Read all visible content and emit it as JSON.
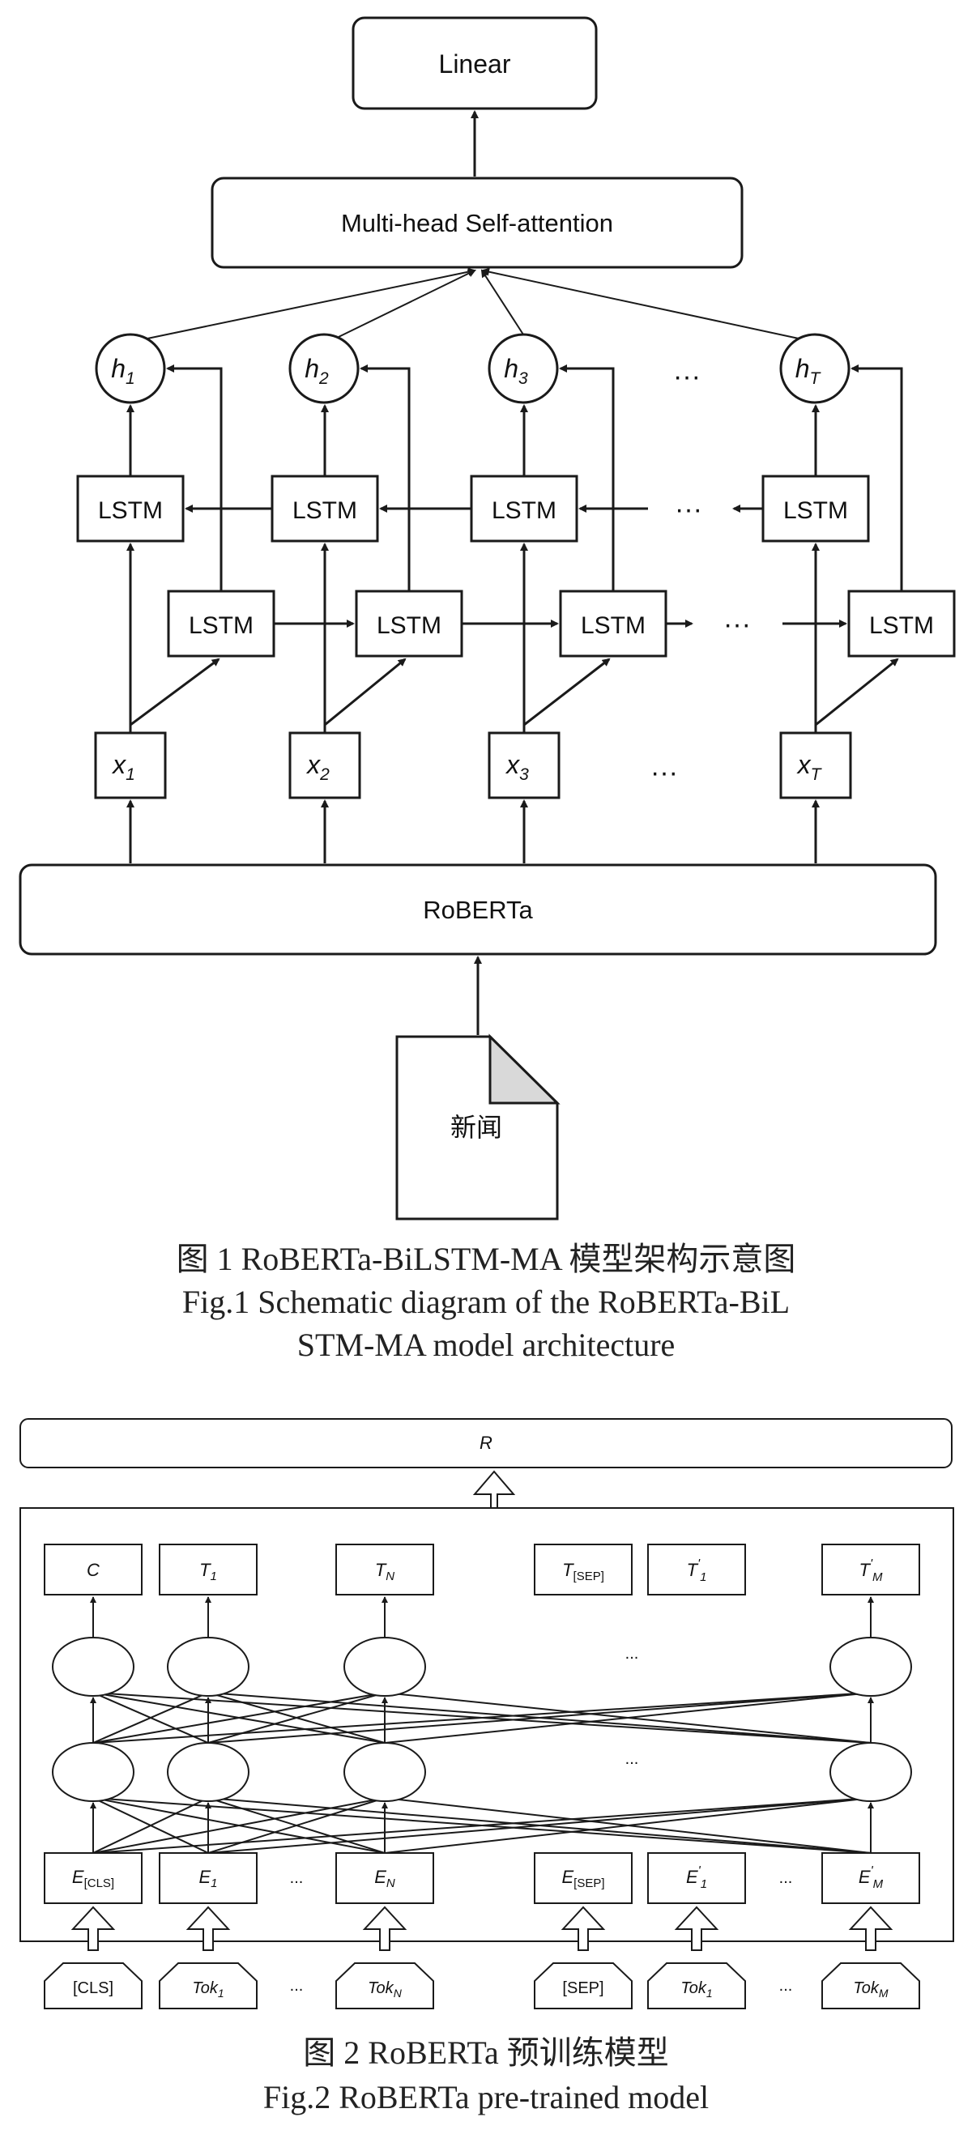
{
  "figure1": {
    "linear_label": "Linear",
    "attention_label": "Multi-head Self-attention",
    "lstm_label": "LSTM",
    "roberta_label": "RoBERTa",
    "news_label": "新闻",
    "ellipsis": "···",
    "h_base": "h",
    "x_base": "x",
    "subscripts": [
      "1",
      "2",
      "3",
      "T"
    ],
    "caption_cn": "图 1   RoBERTa-BiLSTM-MA 模型架构示意图",
    "caption_en_1": "Fig.1 Schematic diagram of the RoBERTa-BiL",
    "caption_en_2": "STM-MA model architecture"
  },
  "figure2": {
    "r_label": "R",
    "top_boxes": [
      {
        "base": "C",
        "sub": "",
        "sup": ""
      },
      {
        "base": "T",
        "sub": "1",
        "sup": ""
      },
      {
        "base": "T",
        "sub": "N",
        "sup": ""
      },
      {
        "base": "T",
        "sub": "[SEP]",
        "sup": ""
      },
      {
        "base": "T",
        "sub": "1",
        "sup": "'"
      },
      {
        "base": "T",
        "sub": "M",
        "sup": "'"
      }
    ],
    "emb_boxes": [
      {
        "base": "E",
        "sub": "[CLS]",
        "sup": ""
      },
      {
        "base": "E",
        "sub": "1",
        "sup": ""
      },
      {
        "base": "E",
        "sub": "N",
        "sup": ""
      },
      {
        "base": "E",
        "sub": "[SEP]",
        "sup": ""
      },
      {
        "base": "E",
        "sub": "1",
        "sup": "'"
      },
      {
        "base": "E",
        "sub": "M",
        "sup": "'"
      }
    ],
    "tokens": [
      {
        "base": "[CLS]",
        "sub": ""
      },
      {
        "base": "Tok",
        "sub": "1"
      },
      {
        "base": "Tok",
        "sub": "N"
      },
      {
        "base": "[SEP]",
        "sub": ""
      },
      {
        "base": "Tok",
        "sub": "1"
      },
      {
        "base": "Tok",
        "sub": "M"
      }
    ],
    "ellipsis": "...",
    "caption_cn": "图 2   RoBERTa 预训练模型",
    "caption_en": "Fig.2 RoBERTa pre-trained model"
  }
}
